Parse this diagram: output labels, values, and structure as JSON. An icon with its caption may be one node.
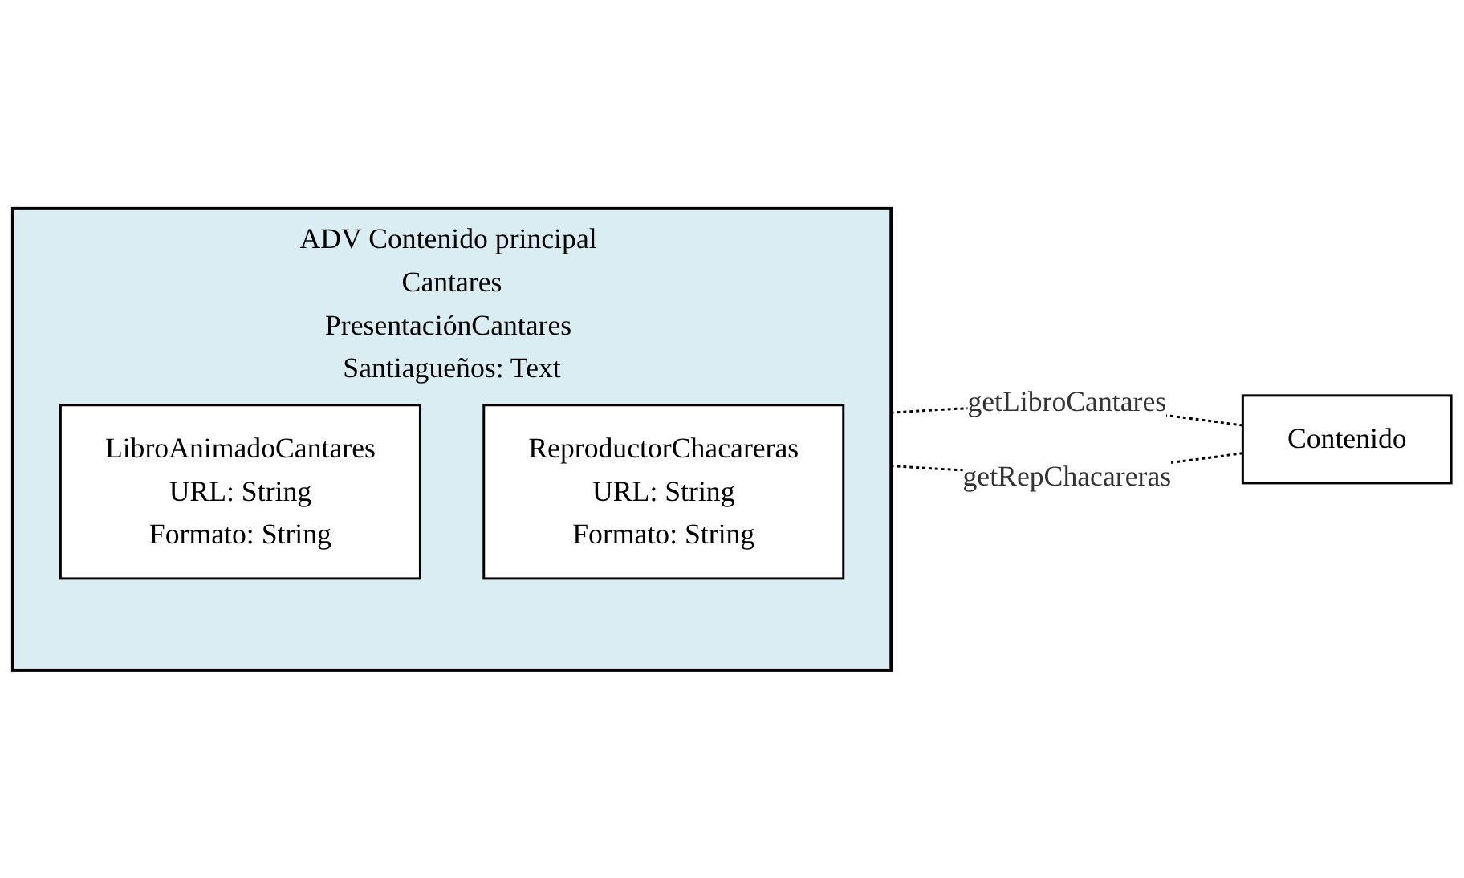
{
  "diagram": {
    "nodes": [
      {
        "text": [
          "ADV Contenido principal Cantares",
          "PresentaciónCantares Santiagueños: Text"
        ]
      },
      {
        "text": [
          "LibroAnimadoCantares",
          "URL: String",
          "Formato: String"
        ],
        "in": 0
      },
      {
        "text": [
          "ReproductorChacareras",
          "URL: String",
          "Formato: String"
        ],
        "in": 0
      },
      {
        "text": [
          "Contenido"
        ]
      }
    ],
    "edges": [
      {
        "from": 3,
        "to": 0,
        "label": "getLibroCantares",
        "arrow": "none",
        "style": "dashed"
      },
      {
        "from": 3,
        "to": 0,
        "label": "getRepChacareras",
        "arrow": "none",
        "style": "dashed"
      }
    ]
  }
}
